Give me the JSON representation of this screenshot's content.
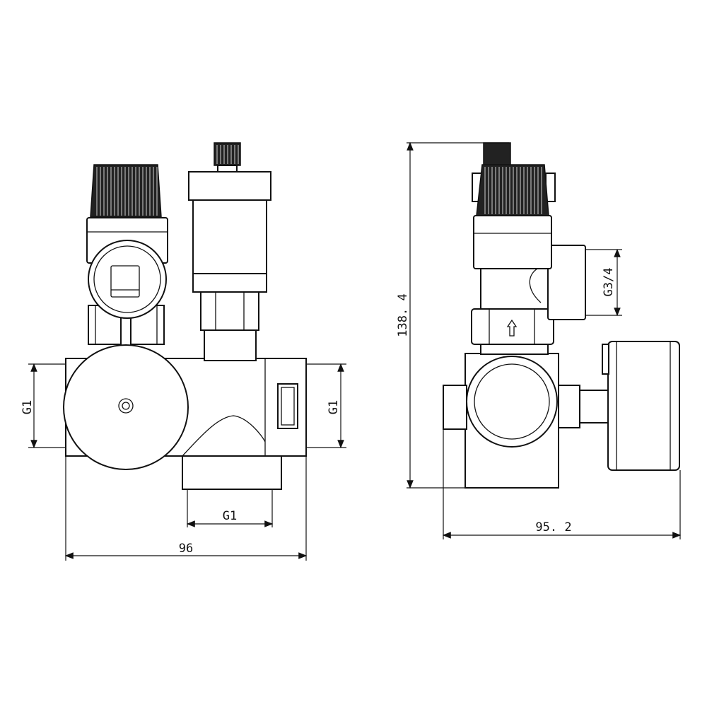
{
  "front_view": {
    "dim_inlet_left": "G1",
    "dim_inlet_right": "G1",
    "dim_outlet_bottom": "G1",
    "dim_width": "96"
  },
  "side_view": {
    "dim_height": "138. 4",
    "dim_side_outlet": "G3/4",
    "dim_depth": "95. 2"
  }
}
